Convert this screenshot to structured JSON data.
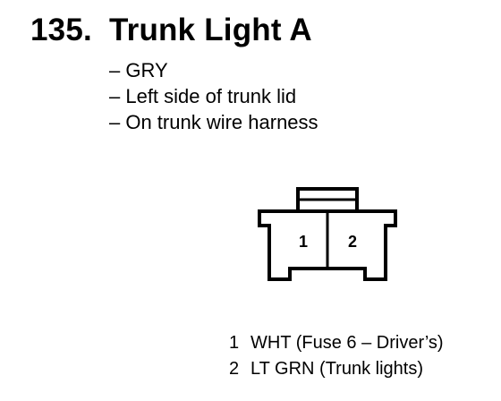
{
  "component": {
    "number": "135.",
    "name": "Trunk Light A"
  },
  "details": [
    "– GRY",
    "– Left side of trunk lid",
    "– On trunk wire harness"
  ],
  "connector": {
    "pins": [
      "1",
      "2"
    ]
  },
  "pinout": [
    {
      "pin": "1",
      "desc": "WHT (Fuse 6 – Driver’s)"
    },
    {
      "pin": "2",
      "desc": "LT GRN (Trunk lights)"
    }
  ]
}
